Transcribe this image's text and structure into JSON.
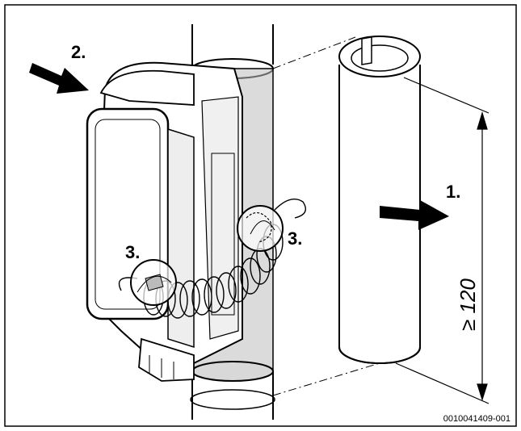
{
  "steps": {
    "step_1": "1.",
    "step_2": "2.",
    "step_3_left": "3.",
    "step_3_right": "3."
  },
  "dimension": {
    "label": "≥ 120"
  },
  "figure_id": "0010041409-001",
  "colors": {
    "line": "#000000",
    "transparent_pipe": "#bdbdbd",
    "device_shade": "#e6e6e6",
    "background": "#ffffff"
  },
  "icons": {
    "arrow_step_1": "arrow-right-icon",
    "arrow_step_2": "arrow-down-right-icon"
  }
}
